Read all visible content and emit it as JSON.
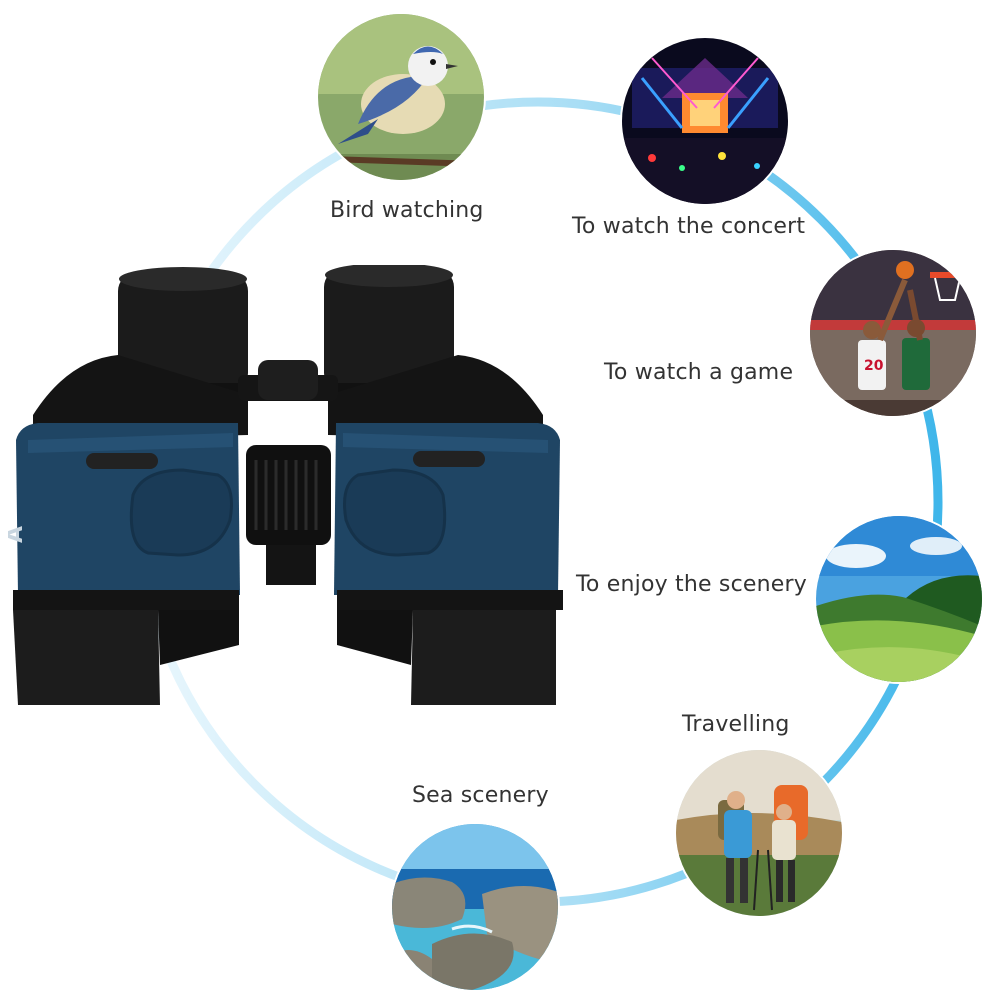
{
  "colors": {
    "ring": "#5cc4ee",
    "caption_text": "#333333",
    "binocular_body": "#1e4463",
    "binocular_rubber": "#1a1a1a"
  },
  "product": {
    "icon": "binoculars-icon",
    "brand_mark": "A"
  },
  "scenes": [
    {
      "icon": "bird-icon",
      "caption": "Bird watching"
    },
    {
      "icon": "concert-stage-icon",
      "caption": "To watch the concert"
    },
    {
      "icon": "basketball-game-icon",
      "caption": "To watch a game"
    },
    {
      "icon": "landscape-icon",
      "caption": "To enjoy the scenery"
    },
    {
      "icon": "hikers-icon",
      "caption": "Travelling"
    },
    {
      "icon": "sea-rocks-icon",
      "caption": "Sea scenery"
    }
  ]
}
